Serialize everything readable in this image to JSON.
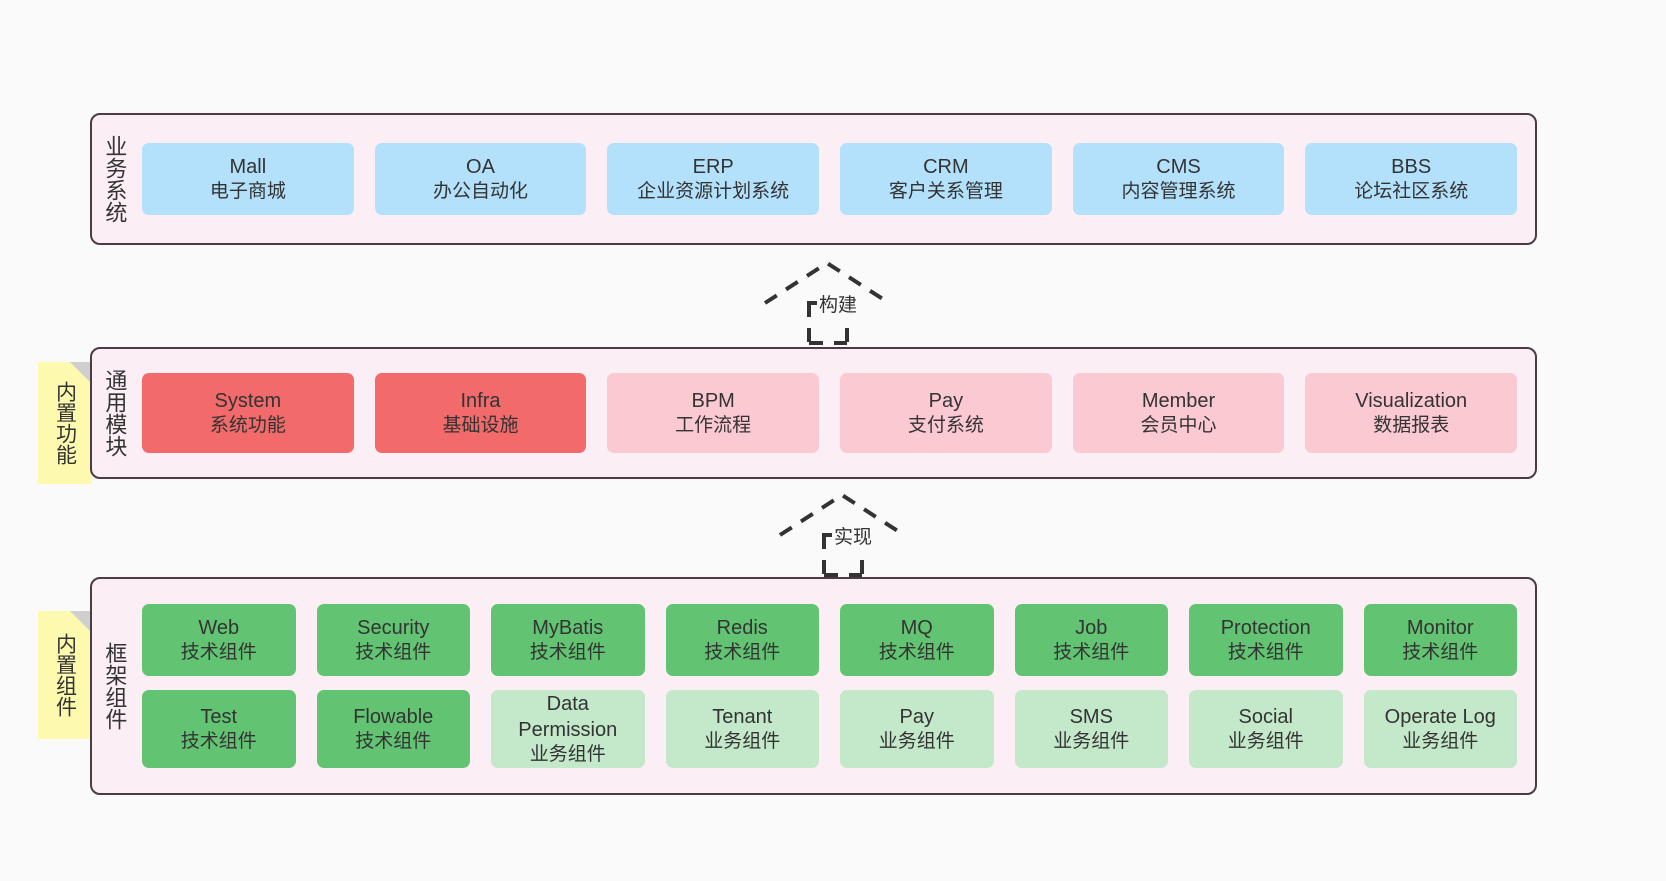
{
  "diagram": {
    "background_color": "#fafafa",
    "layer_fill": "#fbeef4",
    "layer_border": "#4a3b44",
    "note_fill": "#fdfab0"
  },
  "layers": [
    {
      "id": "business",
      "title": "业务系统",
      "rows": [
        {
          "cards": [
            {
              "title": "Mall",
              "sub": "电子商城",
              "color": "#b3e0fb",
              "style": "c-blue"
            },
            {
              "title": "OA",
              "sub": "办公自动化",
              "color": "#b3e0fb",
              "style": "c-blue"
            },
            {
              "title": "ERP",
              "sub": "企业资源计划系统",
              "color": "#b3e0fb",
              "style": "c-blue"
            },
            {
              "title": "CRM",
              "sub": "客户关系管理",
              "color": "#b3e0fb",
              "style": "c-blue"
            },
            {
              "title": "CMS",
              "sub": "内容管理系统",
              "color": "#b3e0fb",
              "style": "c-blue"
            },
            {
              "title": "BBS",
              "sub": "论坛社区系统",
              "color": "#b3e0fb",
              "style": "c-blue"
            }
          ]
        }
      ]
    },
    {
      "id": "common",
      "title": "通用模块",
      "note": "内置功能",
      "rows": [
        {
          "cards": [
            {
              "title": "System",
              "sub": "系统功能",
              "color": "#f26a6a",
              "style": "c-red"
            },
            {
              "title": "Infra",
              "sub": "基础设施",
              "color": "#f26a6a",
              "style": "c-red"
            },
            {
              "title": "BPM",
              "sub": "工作流程",
              "color": "#fbc9d2",
              "style": "c-pink"
            },
            {
              "title": "Pay",
              "sub": "支付系统",
              "color": "#fbc9d2",
              "style": "c-pink"
            },
            {
              "title": "Member",
              "sub": "会员中心",
              "color": "#fbc9d2",
              "style": "c-pink"
            },
            {
              "title": "Visualization",
              "sub": "数据报表",
              "color": "#fbc9d2",
              "style": "c-pink"
            }
          ]
        }
      ]
    },
    {
      "id": "framework",
      "title": "框架组件",
      "note": "内置组件",
      "rows": [
        {
          "cards": [
            {
              "title": "Web",
              "sub": "技术组件",
              "color": "#62c472",
              "style": "c-green"
            },
            {
              "title": "Security",
              "sub": "技术组件",
              "color": "#62c472",
              "style": "c-green"
            },
            {
              "title": "MyBatis",
              "sub": "技术组件",
              "color": "#62c472",
              "style": "c-green"
            },
            {
              "title": "Redis",
              "sub": "技术组件",
              "color": "#62c472",
              "style": "c-green"
            },
            {
              "title": "MQ",
              "sub": "技术组件",
              "color": "#62c472",
              "style": "c-green"
            },
            {
              "title": "Job",
              "sub": "技术组件",
              "color": "#62c472",
              "style": "c-green"
            },
            {
              "title": "Protection",
              "sub": "技术组件",
              "color": "#62c472",
              "style": "c-green"
            },
            {
              "title": "Monitor",
              "sub": "技术组件",
              "color": "#62c472",
              "style": "c-green"
            }
          ]
        },
        {
          "cards": [
            {
              "title": "Test",
              "sub": "技术组件",
              "color": "#62c472",
              "style": "c-green"
            },
            {
              "title": "Flowable",
              "sub": "技术组件",
              "color": "#62c472",
              "style": "c-green"
            },
            {
              "title": "Data Permission",
              "sub": "业务组件",
              "color": "#c3e8ca",
              "style": "c-lightgrn"
            },
            {
              "title": "Tenant",
              "sub": "业务组件",
              "color": "#c3e8ca",
              "style": "c-lightgrn"
            },
            {
              "title": "Pay",
              "sub": "业务组件",
              "color": "#c3e8ca",
              "style": "c-lightgrn"
            },
            {
              "title": "SMS",
              "sub": "业务组件",
              "color": "#c3e8ca",
              "style": "c-lightgrn"
            },
            {
              "title": "Social",
              "sub": "业务组件",
              "color": "#c3e8ca",
              "style": "c-lightgrn"
            },
            {
              "title": "Operate Log",
              "sub": "业务组件",
              "color": "#c3e8ca",
              "style": "c-lightgrn"
            }
          ]
        }
      ]
    }
  ],
  "arrows": [
    {
      "id": "build",
      "label": "构建",
      "from": "common",
      "to": "business",
      "style": "dashed-generalization"
    },
    {
      "id": "implement",
      "label": "实现",
      "from": "framework",
      "to": "common",
      "style": "dashed-generalization"
    }
  ]
}
